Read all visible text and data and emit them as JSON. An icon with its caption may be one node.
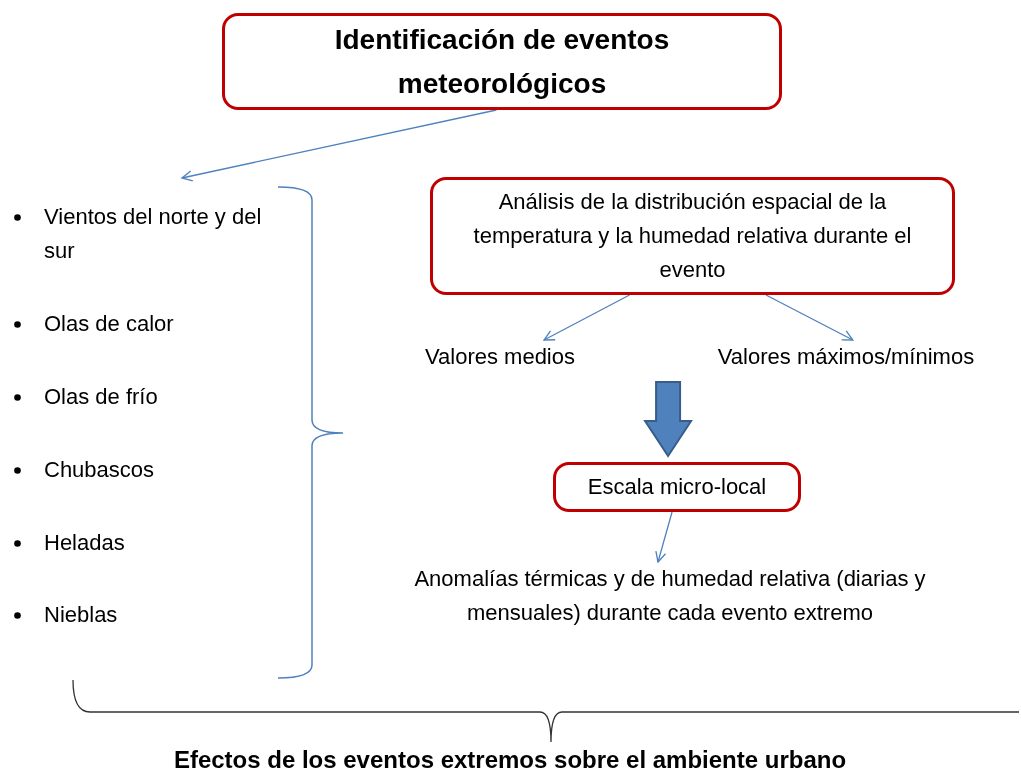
{
  "diagram": {
    "nodes": [
      {
        "text": [
          "Identificación de eventos meteorológicos"
        ]
      },
      {
        "text": [
          "Vientos del norte y del sur",
          "Olas de calor",
          "Olas de frío",
          "Chubascos",
          "Heladas",
          "Nieblas"
        ]
      },
      {
        "text": [
          "Análisis de la distribución espacial de la temperatura y la humedad relativa durante el evento"
        ]
      },
      {
        "text": [
          "Valores medios"
        ]
      },
      {
        "text": [
          "Valores máximos/mínimos"
        ]
      },
      {
        "text": [
          "Escala micro-local"
        ]
      },
      {
        "text": [
          "Anomalías térmicas y de humedad relativa (diarias y mensuales) durante cada evento extremo"
        ]
      },
      {
        "text": [
          "Efectos de los eventos extremos sobre el ambiente urbano"
        ]
      }
    ],
    "edges": [
      {
        "from": 0,
        "to": 1,
        "arrow": "to"
      },
      {
        "from": 2,
        "to": 3,
        "arrow": "to"
      },
      {
        "from": 2,
        "to": 4,
        "arrow": "to"
      },
      {
        "from": null,
        "to": 5,
        "arrow": "to",
        "style": "thick"
      },
      {
        "from": 5,
        "to": 6,
        "arrow": "to"
      }
    ]
  }
}
